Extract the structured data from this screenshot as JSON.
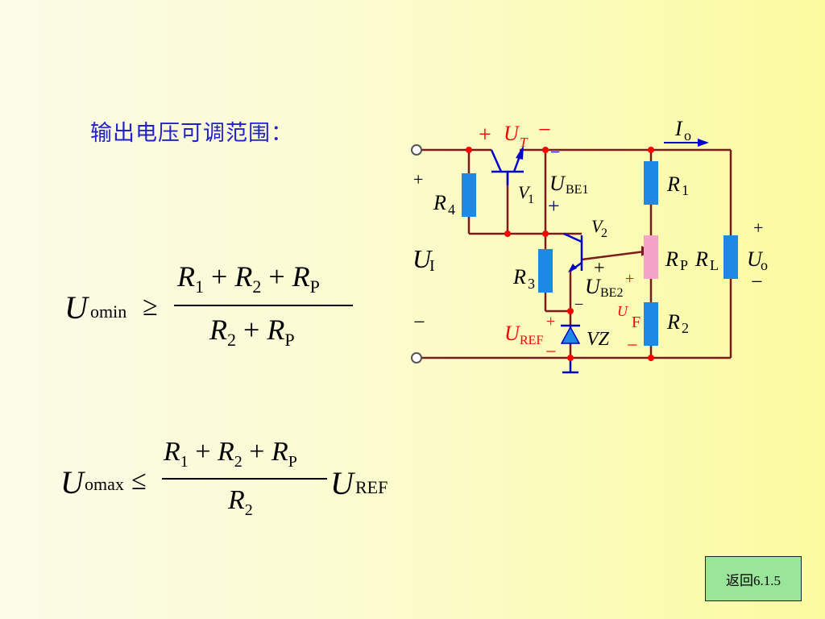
{
  "title": "输出电压可调范围：",
  "formula_min": {
    "lhs": "U",
    "lhs_sub": "omin",
    "op": "≥",
    "numerator": [
      "R",
      "1",
      "+",
      "R",
      "2",
      "+",
      "R",
      "P"
    ],
    "denominator": [
      "R",
      "2",
      "+",
      "R",
      "P"
    ]
  },
  "formula_max": {
    "lhs": "U",
    "lhs_sub": "omax",
    "op": "≤",
    "numerator": [
      "R",
      "1",
      "+",
      "R",
      "2",
      "+",
      "R",
      "P"
    ],
    "denominator": [
      "R",
      "2"
    ],
    "factor": "U",
    "factor_sub": "REF"
  },
  "circuit": {
    "R": "R",
    "U": "U",
    "V": "V",
    "I": "I",
    "plus": "+",
    "minus": "−",
    "T": "T",
    "o": "o",
    "sub_1": "1",
    "sub_2": "2",
    "sub_3": "3",
    "sub_4": "4",
    "sub_P": "P",
    "sub_L": "L",
    "sub_I": "I",
    "sub_F": "F",
    "sub_BE1": "BE1",
    "sub_BE2": "BE2",
    "sub_REF": "REF",
    "vz": "VZ"
  },
  "back_button": "返回6.1.5",
  "colors": {
    "wire": "#7a1c1c",
    "resistor": "#1e88e5",
    "rp": "#f4a3c8",
    "node": "#ff0000",
    "blue_label": "#0000cc",
    "red_label": "#ff0000",
    "title": "#2222cc",
    "button_bg": "#99e699"
  }
}
